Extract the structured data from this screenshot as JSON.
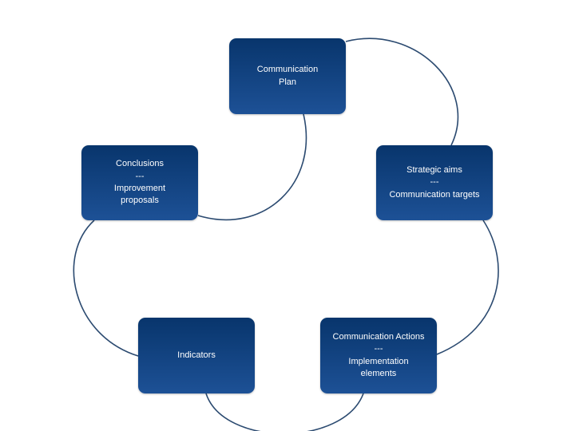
{
  "diagram": {
    "nodes": [
      {
        "id": "plan",
        "lines": [
          "Communication",
          "Plan"
        ]
      },
      {
        "id": "aims",
        "lines": [
          "Strategic aims",
          "---",
          "Communication targets"
        ]
      },
      {
        "id": "actions",
        "lines": [
          "Communication Actions",
          "---",
          "Implementation",
          "elements"
        ]
      },
      {
        "id": "indicators",
        "lines": [
          "Indicators"
        ]
      },
      {
        "id": "conclusions",
        "lines": [
          "Conclusions",
          "---",
          "Improvement",
          "proposals"
        ]
      }
    ],
    "colors": {
      "node_top": "#08356c",
      "node_bottom": "#1d5196",
      "connector": "#2b4a70",
      "text": "#ffffff"
    }
  }
}
